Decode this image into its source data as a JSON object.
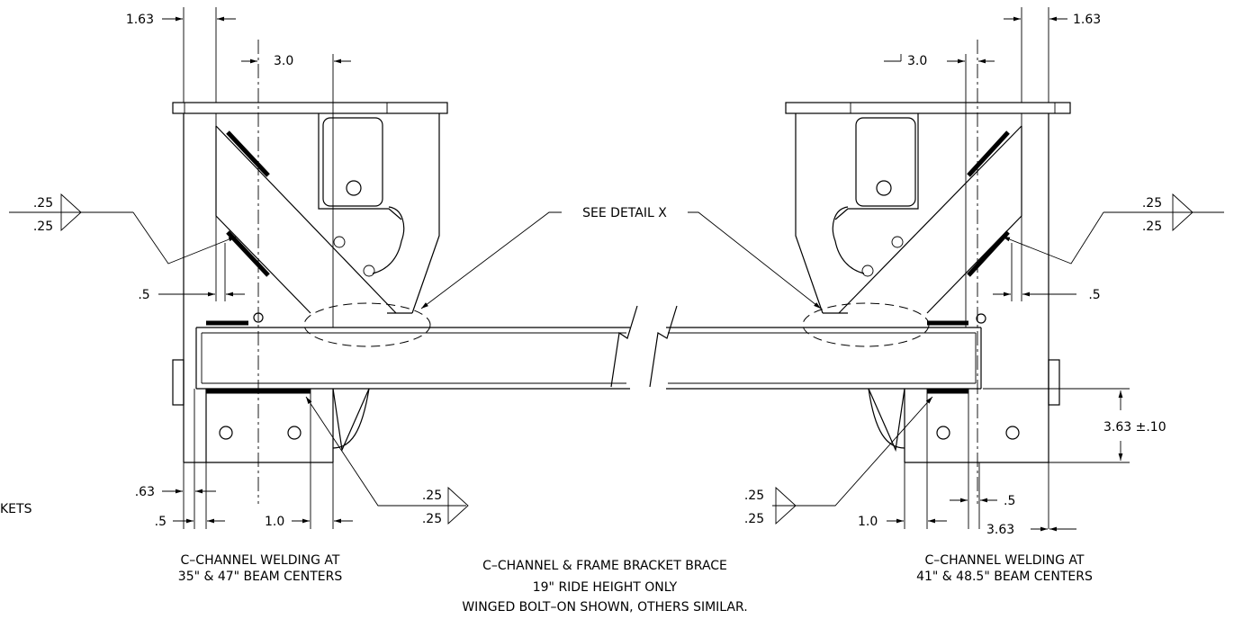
{
  "dimensions": {
    "left_top": "1.63",
    "right_top": "1.63",
    "left_offset": "3.0",
    "right_offset": "3.0",
    "left_weld_top": ".25",
    "left_weld_bottom": ".25",
    "right_weld_top": ".25",
    "right_weld_bottom": ".25",
    "left_gap": ".5",
    "right_gap": ".5",
    "height": "3.63 ±.10",
    "left_bottom_1": ".63",
    "left_bottom_2": ".5",
    "left_bottom_3": "1.0",
    "bottom_weld_left_top": ".25",
    "bottom_weld_left_bottom": ".25",
    "bottom_weld_right_top": ".25",
    "bottom_weld_right_bottom": ".25",
    "right_bottom_1": ".5",
    "right_bottom_2": "1.0",
    "right_bottom_3": "3.63"
  },
  "callouts": {
    "see_detail": "SEE DETAIL X",
    "clipped_left": "KETS"
  },
  "captions": {
    "left_line1": "C–CHANNEL WELDING AT",
    "left_line2": "35\" & 47\" BEAM CENTERS",
    "center_line1": "C–CHANNEL & FRAME BRACKET BRACE",
    "center_line2": "19\" RIDE HEIGHT ONLY",
    "center_line3": "WINGED BOLT–ON SHOWN, OTHERS SIMILAR.",
    "right_line1": "C–CHANNEL WELDING AT",
    "right_line2": "41\" & 48.5\" BEAM CENTERS"
  }
}
